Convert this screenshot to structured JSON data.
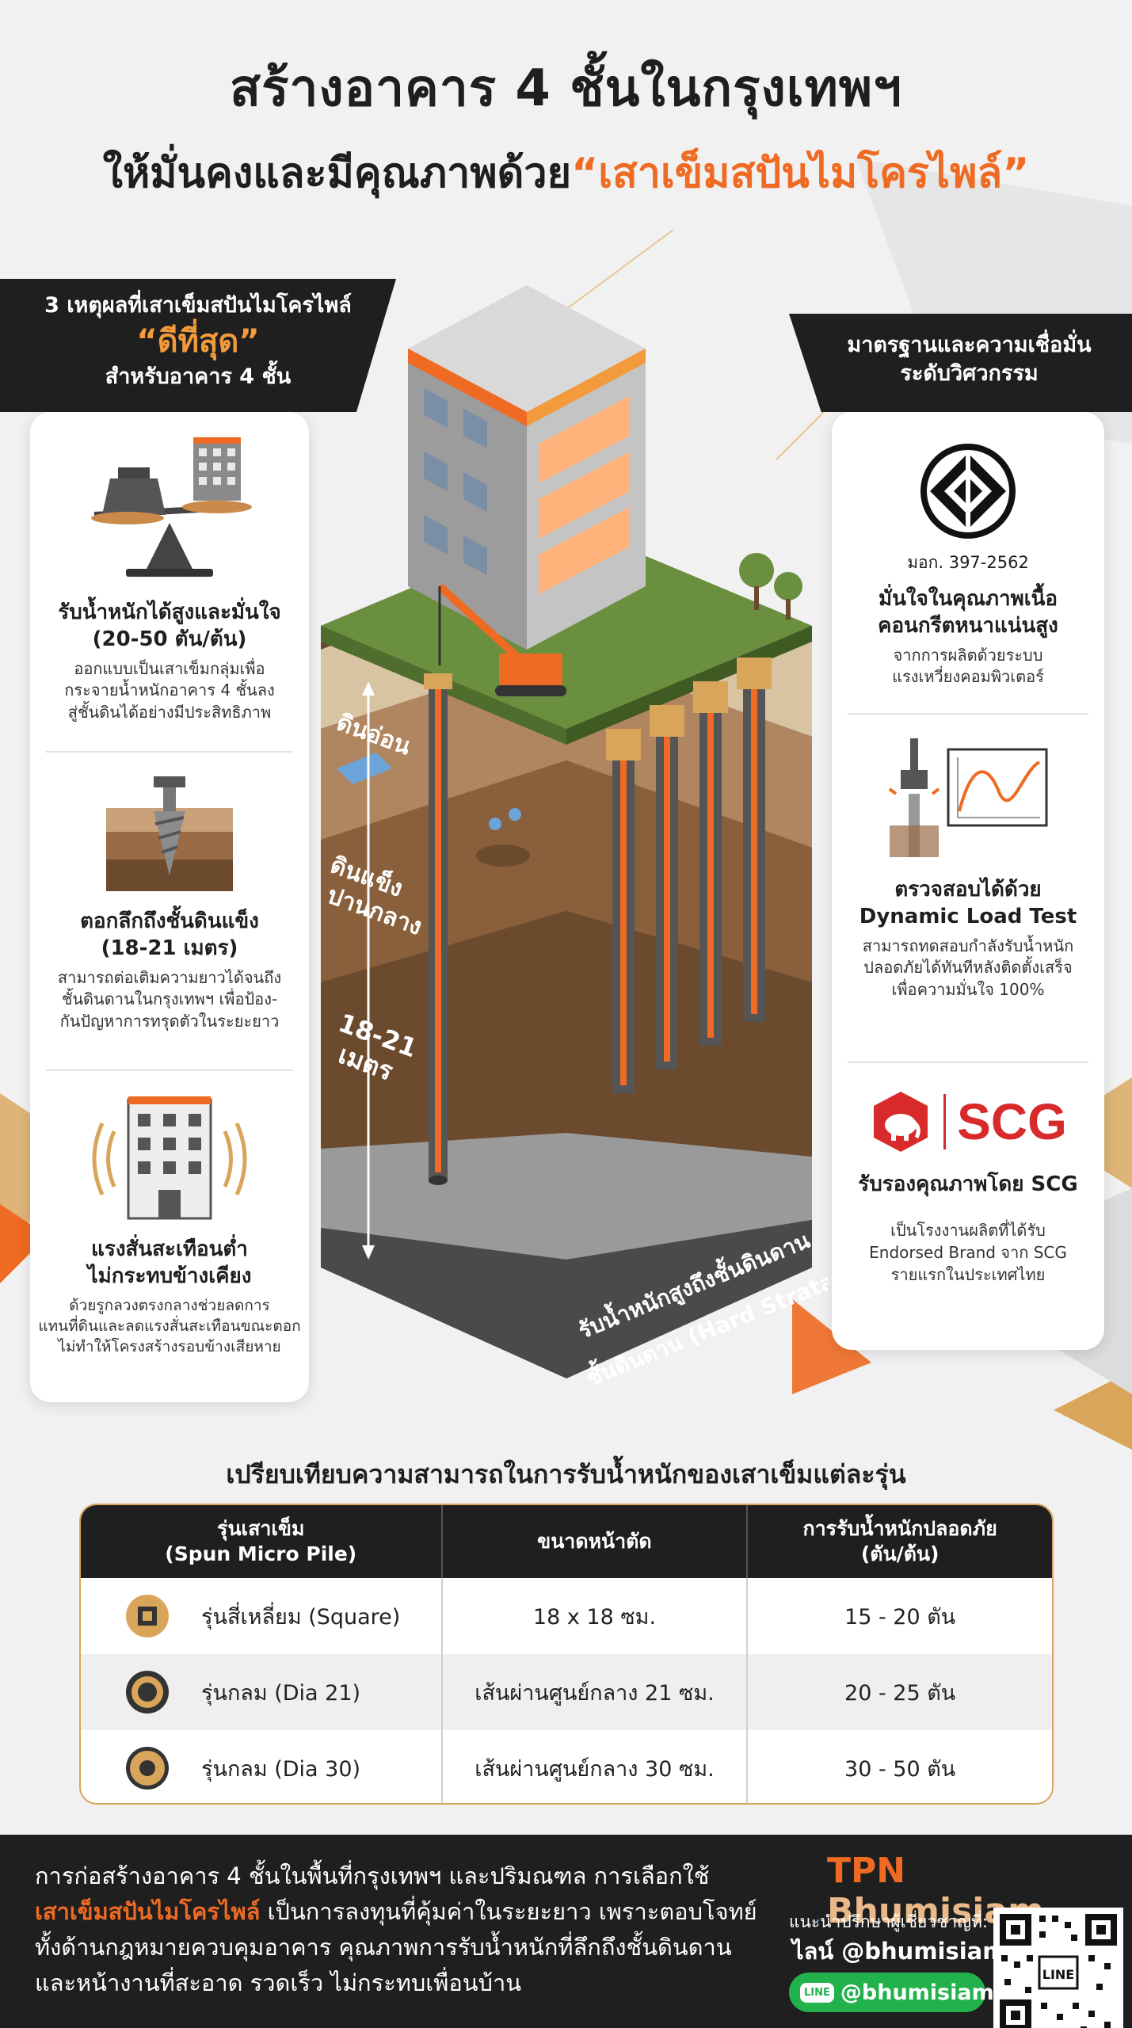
{
  "header": {
    "line1": "สร้างอาคาร 4 ชั้นในกรุงเทพฯ",
    "line2_prefix": "ให้มั่นคงและมีคุณภาพด้วย",
    "line2_accent": "“เสาเข็มสปันไมโครไพล์”"
  },
  "left_banner": {
    "line1": "3 เหตุผลที่เสาเข็มสปันไมโครไพล์",
    "highlight": "“ดีที่สุด”",
    "line3": "สำหรับอาคาร 4 ชั้น"
  },
  "right_banner": {
    "line1": "มาตรฐานและความเชื่อมั่น",
    "line2": "ระดับวิศวกรรม"
  },
  "left_items": [
    {
      "icon": "scale-building-icon",
      "title1": "รับน้ำหนักได้สูงและมั่นใจ",
      "title2": "(20-50 ตัน/ต้น)",
      "desc1": "ออกแบบเป็นเสาเข็มกลุ่มเพื่อ",
      "desc2": "กระจายน้ำหนักอาคาร 4 ชั้นลง",
      "desc3": "สู่ชั้นดินได้อย่างมีประสิทธิภาพ"
    },
    {
      "icon": "drill-soil-icon",
      "title1": "ตอกลึกถึงชั้นดินแข็ง",
      "title2": "(18-21 เมตร)",
      "desc1": "สามารถต่อเติมความยาวได้จนถึง",
      "desc2": "ชั้นดินดานในกรุงเทพฯ เพื่อป้อง-",
      "desc3": "กันปัญหาการทรุดตัวในระยะยาว"
    },
    {
      "icon": "low-vibration-building-icon",
      "title1": "แรงสั่นสะเทือนต่ำ",
      "title2": "ไม่กระทบข้างเคียง",
      "desc1": "ด้วยรูกลวงตรงกลางช่วยลดการ",
      "desc2": "แทนที่ดินและลดแรงสั่นสะเทือนขณะตอก",
      "desc3": "ไม่ทำให้โครงสร้างรอบข้างเสียหาย"
    }
  ],
  "right_items": [
    {
      "icon": "tis-standard-logo-icon",
      "code": "มอก. 397-2562",
      "title1": "มั่นใจในคุณภาพเนื้อ",
      "title2": "คอนกรีตหนาแน่นสูง",
      "desc1": "จากการผลิตด้วยระบบ",
      "desc2": "แรงเหวี่ยงคอมพิวเตอร์"
    },
    {
      "icon": "dynamic-load-test-icon",
      "title1": "ตรวจสอบได้ด้วย",
      "title2": "Dynamic Load Test",
      "desc1": "สามารถทดสอบกำลังรับน้ำหนัก",
      "desc2": "ปลอดภัยได้ทันทีหลังติดตั้งเสร็จ",
      "desc3": "เพื่อความมั่นใจ 100%"
    },
    {
      "icon": "scg-logo-icon",
      "brand": "SCG",
      "title1": "รับรองคุณภาพโดย SCG",
      "desc1": "เป็นโรงงานผลิตที่ได้รับ",
      "desc2": "Endorsed Brand จาก SCG",
      "desc3": "รายแรกในประเทศไทย"
    }
  ],
  "illustration": {
    "soft_soil": "ดินอ่อน",
    "medium_soil1": "ดินแข็ง",
    "medium_soil2": "ปานกลาง",
    "depth1": "18-21",
    "depth2": "เมตร",
    "bearing": "รับน้ำหนักสูงถึงชั้นดินดาน",
    "hard_strata": "ชั้นดินดาน (Hard Strata)",
    "colors": {
      "accent": "#ef6a22",
      "gold": "#d9a55a",
      "dark": "#1f1f1f"
    }
  },
  "table": {
    "title": "เปรียบเทียบความสามารถในการรับน้ำหนักของเสาเข็มแต่ละรุ่น",
    "headers": [
      {
        "line1": "รุ่นเสาเข็ม",
        "line2": "(Spun Micro Pile)"
      },
      {
        "line1": "ขนาดหน้าตัด",
        "line2": ""
      },
      {
        "line1": "การรับน้ำหนักปลอดภัย",
        "line2": "(ตัน/ต้น)"
      }
    ],
    "rows": [
      {
        "icon": "square-pile-icon",
        "model": "รุ่นสี่เหลี่ยม (Square)",
        "size": "18 x 18 ซม.",
        "load": "15 - 20 ตัน"
      },
      {
        "icon": "round-pile-icon",
        "model": "รุ่นกลม (Dia 21)",
        "size": "เส้นผ่านศูนย์กลาง 21 ซม.",
        "load": "20 - 25 ตัน"
      },
      {
        "icon": "round-pile-icon",
        "model": "รุ่นกลม (Dia 30)",
        "size": "เส้นผ่านศูนย์กลาง 30 ซม.",
        "load": "30 - 50 ตัน"
      }
    ]
  },
  "footer": {
    "text_line1": "การก่อสร้างอาคาร 4 ชั้นในพื้นที่กรุงเทพฯ และปริมณฑล การเลือกใช้",
    "text_accent": "เสาเข็มสปันไมโครไพล์",
    "text_line2_rest": " เป็นการลงทุนที่คุ้มค่าในระยะยาว เพราะตอบโจทย์",
    "text_line3": "ทั้งด้านกฎหมายควบคุมอาคาร คุณภาพการรับน้ำหนักที่ลึกถึงชั้นดินดาน",
    "text_line4": "และหน้างานที่สะอาด รวดเร็ว ไม่กระทบเพื่อนบ้าน",
    "brand_part1": "TPN",
    "brand_part2": "Bhumisiam",
    "consult_label": "แนะนำปรึกษาผู้เชี่ยวชาญที่:",
    "line_label": "ไลน์ @bhumisiam",
    "line_badge_logo": "LINE",
    "line_badge_id": "@bhumisiam",
    "qr_label": "LINE"
  }
}
